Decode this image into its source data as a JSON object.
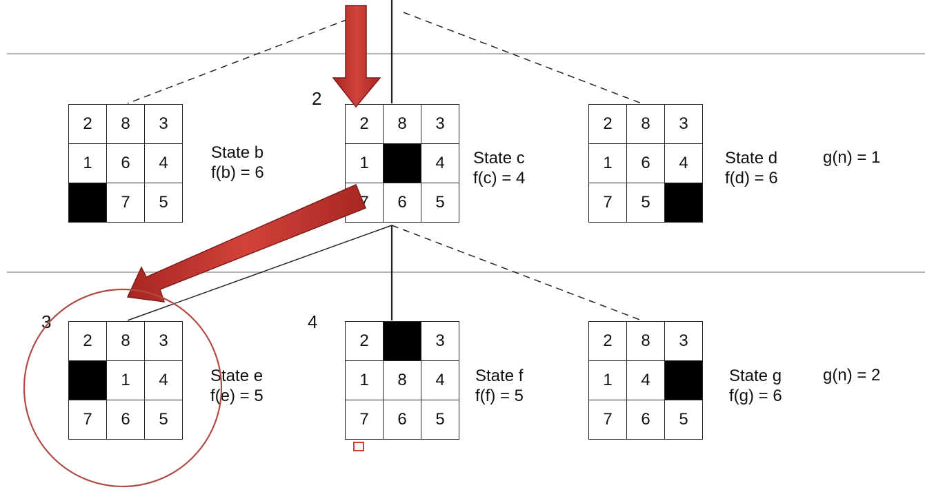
{
  "colors": {
    "arrow": "#c0332d",
    "arrow_edge": "#7a1d1a",
    "circle": "#b04a44",
    "line": "#222222",
    "rule": "#9a9a9a",
    "blank_tile": "#000000"
  },
  "states": [
    {
      "id": "b",
      "name": "State b",
      "f": "f(b) = 6",
      "grid": [
        "2",
        "8",
        "3",
        "1",
        "6",
        "4",
        "",
        "7",
        "5"
      ]
    },
    {
      "id": "c",
      "name": "State c",
      "f": "f(c) = 4",
      "grid": [
        "2",
        "8",
        "3",
        "1",
        "",
        "4",
        "7",
        "6",
        "5"
      ],
      "order": "2"
    },
    {
      "id": "d",
      "name": "State d",
      "f": "f(d) = 6",
      "grid": [
        "2",
        "8",
        "3",
        "1",
        "6",
        "4",
        "7",
        "5",
        ""
      ]
    },
    {
      "id": "e",
      "name": "State e",
      "f": "f(e) = 5",
      "grid": [
        "2",
        "8",
        "3",
        "",
        "1",
        "4",
        "7",
        "6",
        "5"
      ],
      "order": "3"
    },
    {
      "id": "f",
      "name": "State f",
      "f": "f(f) = 5",
      "grid": [
        "2",
        "",
        "3",
        "1",
        "8",
        "4",
        "7",
        "6",
        "5"
      ],
      "order": "4"
    },
    {
      "id": "g",
      "name": "State g",
      "f": "f(g) = 6",
      "grid": [
        "2",
        "8",
        "3",
        "1",
        "4",
        "",
        "7",
        "6",
        "5"
      ]
    }
  ],
  "levels": [
    {
      "g": "g(n) = 1"
    },
    {
      "g": "g(n) = 2"
    }
  ]
}
